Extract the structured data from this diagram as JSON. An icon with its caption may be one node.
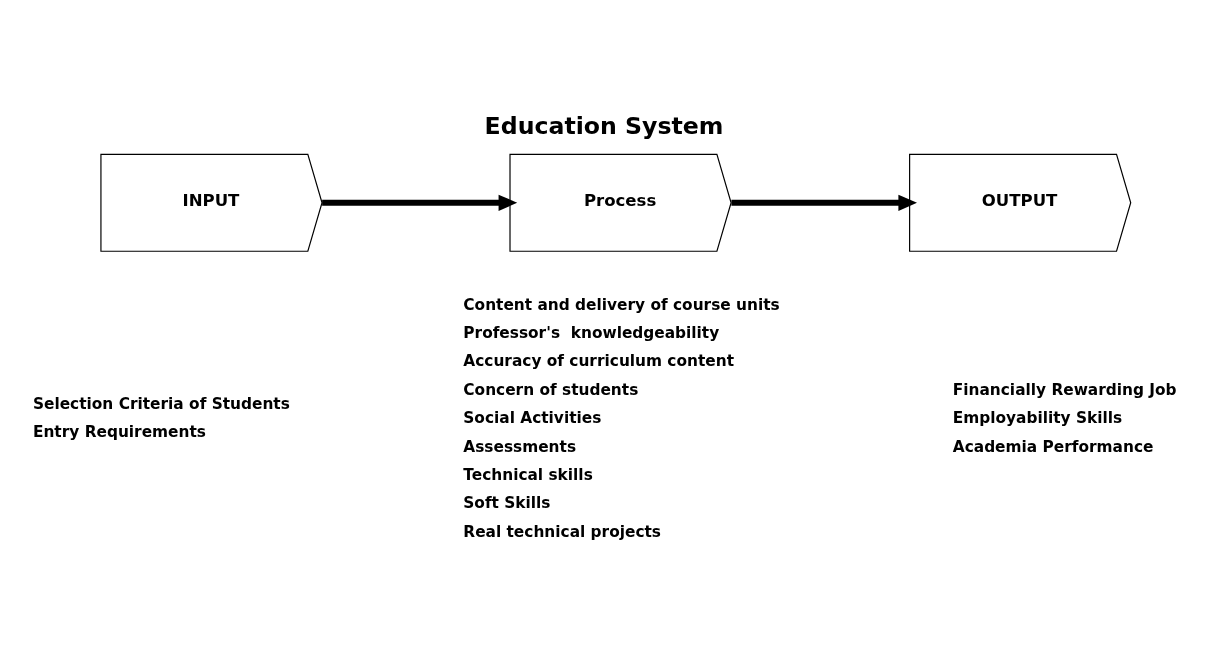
{
  "diagram": {
    "title": "Education System",
    "nodes": [
      {
        "text": [
          "INPUT"
        ],
        "beside": [
          "Selection Criteria of Students",
          "Entry Requirements"
        ]
      },
      {
        "text": [
          "Process"
        ],
        "beside": [
          "Content and delivery of course units",
          "Professor's  knowledgeability",
          "Accuracy of curriculum content",
          "Concern of students",
          "Social Activities",
          "Assessments",
          "Technical skills",
          "Soft Skills",
          "Real technical projects"
        ]
      },
      {
        "text": [
          "OUTPUT"
        ],
        "beside": [
          "Financially Rewarding Job",
          "Employability Skills",
          "Academia Performance"
        ]
      }
    ],
    "edges": [
      {
        "from": 0,
        "to": 1,
        "arrow": "to"
      },
      {
        "from": 1,
        "to": 2,
        "arrow": "to"
      }
    ]
  }
}
